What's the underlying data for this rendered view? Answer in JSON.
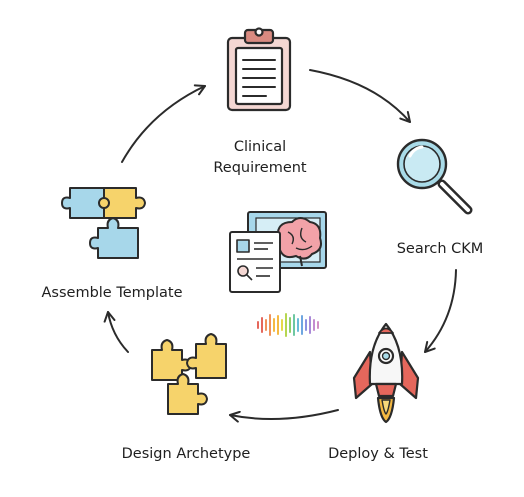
{
  "steps": {
    "clinical_requirement": {
      "line1": "Clinical",
      "line2": "Requirement",
      "icon": "clipboard-icon"
    },
    "search_ckm": {
      "label": "Search CKM",
      "icon": "magnifier-icon"
    },
    "deploy_test": {
      "label": "Deploy & Test",
      "icon": "rocket-icon"
    },
    "design_archetype": {
      "label": "Design Archetype",
      "icon": "puzzle-pieces-icon"
    },
    "assemble_template": {
      "label": "Assemble Template",
      "icon": "assembled-puzzle-icon"
    }
  },
  "center": {
    "icons": [
      "form-document-icon",
      "brain-scan-icon",
      "signal-waveform-icon"
    ]
  },
  "colors": {
    "outline": "#2b2b2b",
    "clipboard_fill": "#f4d7d3",
    "clipboard_clip": "#d98a80",
    "lens": "#a9dbe8",
    "puzzle_yellow": "#f6d36b",
    "puzzle_blue": "#a7d7ea",
    "rocket_red": "#e5675c",
    "flame": "#f5b942",
    "brain": "#f2a2a8"
  }
}
